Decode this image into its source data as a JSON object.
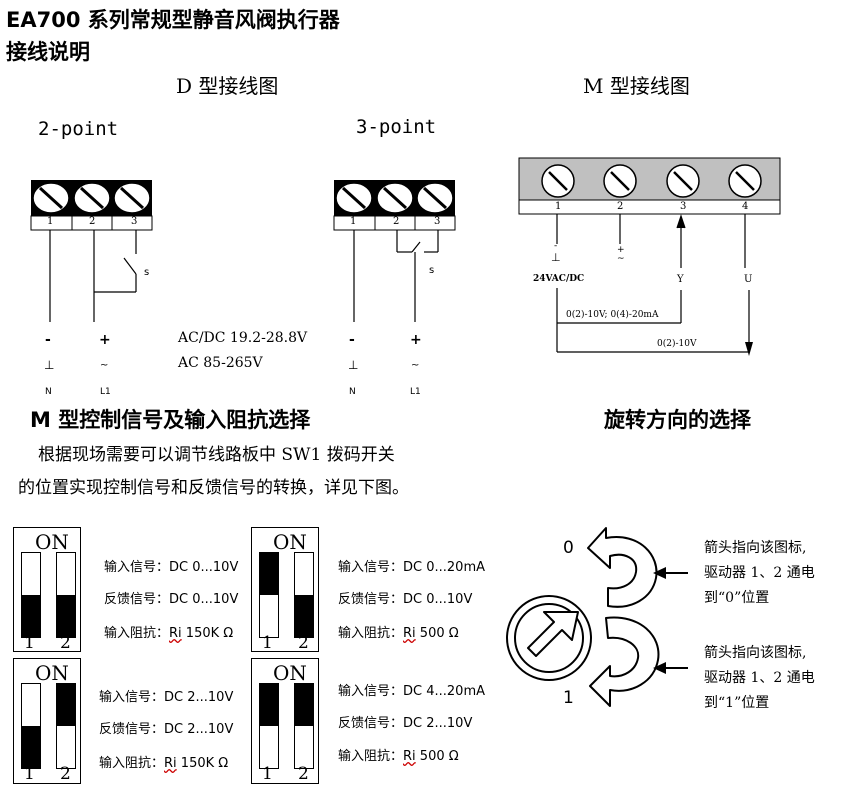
{
  "header": {
    "title": "EA700 系列常规型静音风阀执行器",
    "subtitle": "接线说明"
  },
  "wiring": {
    "d_title": "D 型接线图",
    "m_title": "M 型接线图",
    "d_left": {
      "label": "2-point",
      "terminals": [
        "1",
        "2",
        "3"
      ],
      "switch": "s",
      "polarity": [
        "-",
        "+"
      ],
      "ground": [
        "⊥",
        "~"
      ],
      "lines": [
        "N",
        "L1"
      ]
    },
    "d_right": {
      "label": "3-point",
      "terminals": [
        "1",
        "2",
        "3"
      ],
      "switch": "s",
      "polarity": [
        "-",
        "+"
      ],
      "ground": [
        "⊥",
        "~"
      ],
      "lines": [
        "N",
        "L1"
      ]
    },
    "supply": [
      "AC/DC 19.2-28.8V",
      "AC 85-265V"
    ],
    "m": {
      "terminals": [
        "1",
        "2",
        "3",
        "4"
      ],
      "minus": "-",
      "plus": "+",
      "ground": "⊥",
      "tilde": "~",
      "power": "24VAC/DC",
      "y": "Y",
      "u": "U",
      "y_range": "0(2)-10V; 0(4)-20mA",
      "u_range": "0(2)-10V"
    }
  },
  "signal_section": {
    "title": "M 型控制信号及输入阻抗选择",
    "desc_line1": "根据现场需要可以调节线路板中 SW1 拨码开关",
    "desc_line2": "的位置实现控制信号和反馈信号的转换，详见下图。",
    "on_label": "ON",
    "switch_numbers": [
      "1",
      "2"
    ],
    "configs": [
      {
        "in_label": "输入信号：",
        "in": "DC 0...10V",
        "fb_label": "反馈信号：",
        "fb": "DC 0...10V",
        "r_label": "输入阻抗：",
        "r_ri": "Ri",
        "r_val": " 150K Ω",
        "positions": [
          "off",
          "off"
        ]
      },
      {
        "in_label": "输入信号：",
        "in": "DC 0...20mA",
        "fb_label": "反馈信号：",
        "fb": "DC 0...10V",
        "r_label": "输入阻抗：",
        "r_ri": "Ri",
        "r_val": " 500 Ω",
        "positions": [
          "on",
          "off"
        ]
      },
      {
        "in_label": "输入信号：",
        "in": "DC 2...10V",
        "fb_label": "反馈信号：",
        "fb": "DC 2...10V",
        "r_label": "输入阻抗：",
        "r_ri": "Ri",
        "r_val": " 150K Ω",
        "positions": [
          "off",
          "on"
        ]
      },
      {
        "in_label": "输入信号：",
        "in": "DC 4...20mA",
        "fb_label": "反馈信号：",
        "fb": "DC 2...10V",
        "r_label": "输入阻抗：",
        "r_ri": "Ri",
        "r_val": " 500 Ω",
        "positions": [
          "on",
          "on"
        ]
      }
    ]
  },
  "rotation_section": {
    "title": "旋转方向的选择",
    "zero": "0",
    "one": "1",
    "note0": [
      "箭头指向该图标,",
      "驱动器 1、2 通电",
      "到“0”位置"
    ],
    "note1": [
      "箭头指向该图标,",
      "驱动器 1、2 通电",
      "到“1”位置"
    ]
  }
}
